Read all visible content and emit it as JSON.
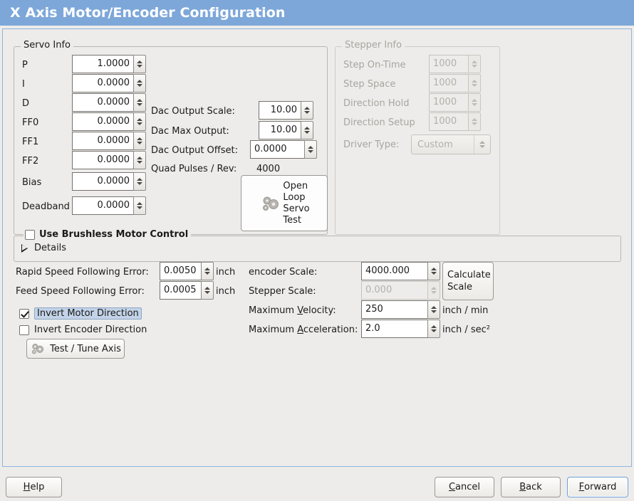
{
  "window": {
    "title": "X Axis Motor/Encoder Configuration"
  },
  "colors": {
    "titlebar": "#7da7d9",
    "background": "#edecea",
    "focus": "#6f9fd8",
    "selection": "#c3d3e8"
  },
  "servo_info": {
    "legend": "Servo Info",
    "fields": [
      {
        "label": "P",
        "value": "1.0000"
      },
      {
        "label": "I",
        "value": "0.0000"
      },
      {
        "label": "D",
        "value": "0.0000"
      },
      {
        "label": "FF0",
        "value": "0.0000"
      },
      {
        "label": "FF1",
        "value": "0.0000"
      },
      {
        "label": "FF2",
        "value": "0.0000"
      },
      {
        "label": "Bias",
        "value": "0.0000"
      },
      {
        "label": "Deadband",
        "value": "0.0000"
      }
    ],
    "dac": [
      {
        "label": "Dac Output Scale:",
        "value": "10.00"
      },
      {
        "label": "Dac Max Output:",
        "value": "10.00"
      },
      {
        "label": "Dac Output Offset:",
        "value": "0.0000"
      }
    ],
    "quad_pulses_label": "Quad Pulses / Rev:",
    "quad_pulses_value": "4000",
    "open_loop_button": "Open\nLoop\nServo\nTest",
    "open_loop_lines": [
      "Open",
      "Loop",
      "Servo",
      "Test"
    ],
    "open_loop_icon": "gears-icon"
  },
  "stepper_info": {
    "legend": "Stepper Info",
    "enabled": false,
    "fields": [
      {
        "label": "Step On-Time",
        "value": "1000"
      },
      {
        "label": "Step Space",
        "value": "1000"
      },
      {
        "label": "Direction Hold",
        "value": "1000"
      },
      {
        "label": "Direction Setup",
        "value": "1000"
      }
    ],
    "driver_type_label": "Driver Type:",
    "driver_type_value": "Custom"
  },
  "brushless": {
    "checkbox_label": "Use Brushless Motor Control",
    "checked": false,
    "details_label": "Details",
    "details_expanded": false
  },
  "following_error": [
    {
      "label": "Rapid Speed Following Error:",
      "value": "0.0050",
      "unit": "inch"
    },
    {
      "label": "Feed Speed Following Error:",
      "value": "0.0005",
      "unit": "inch"
    }
  ],
  "invert": {
    "motor_label": "Invert Motor Direction",
    "motor_checked": true,
    "encoder_label": "Invert Encoder Direction",
    "encoder_checked": false
  },
  "test_tune_button": {
    "label": "Test / Tune Axis",
    "icon": "gears-icon"
  },
  "scale": {
    "encoder_label": "encoder Scale:",
    "encoder_value": "4000.000",
    "stepper_label": "Stepper Scale:",
    "stepper_value": "0.000",
    "stepper_enabled": false,
    "calculate_button_lines": [
      "Calculate",
      "Scale"
    ],
    "velocity_label_pre": "Maximum ",
    "velocity_label_mn": "V",
    "velocity_label_post": "elocity:",
    "velocity_value": "250",
    "velocity_unit": "inch / min",
    "accel_label_pre": "Maximum ",
    "accel_label_mn": "A",
    "accel_label_post": "cceleration:",
    "accel_value": "2.0",
    "accel_unit": "inch / sec²"
  },
  "buttons": {
    "help": {
      "mn": "H",
      "rest": "elp"
    },
    "cancel": {
      "mn": "C",
      "rest": "ancel"
    },
    "back": {
      "mn": "B",
      "rest": "ack"
    },
    "forward": {
      "mn": "F",
      "rest": "orward",
      "focused": true
    }
  }
}
